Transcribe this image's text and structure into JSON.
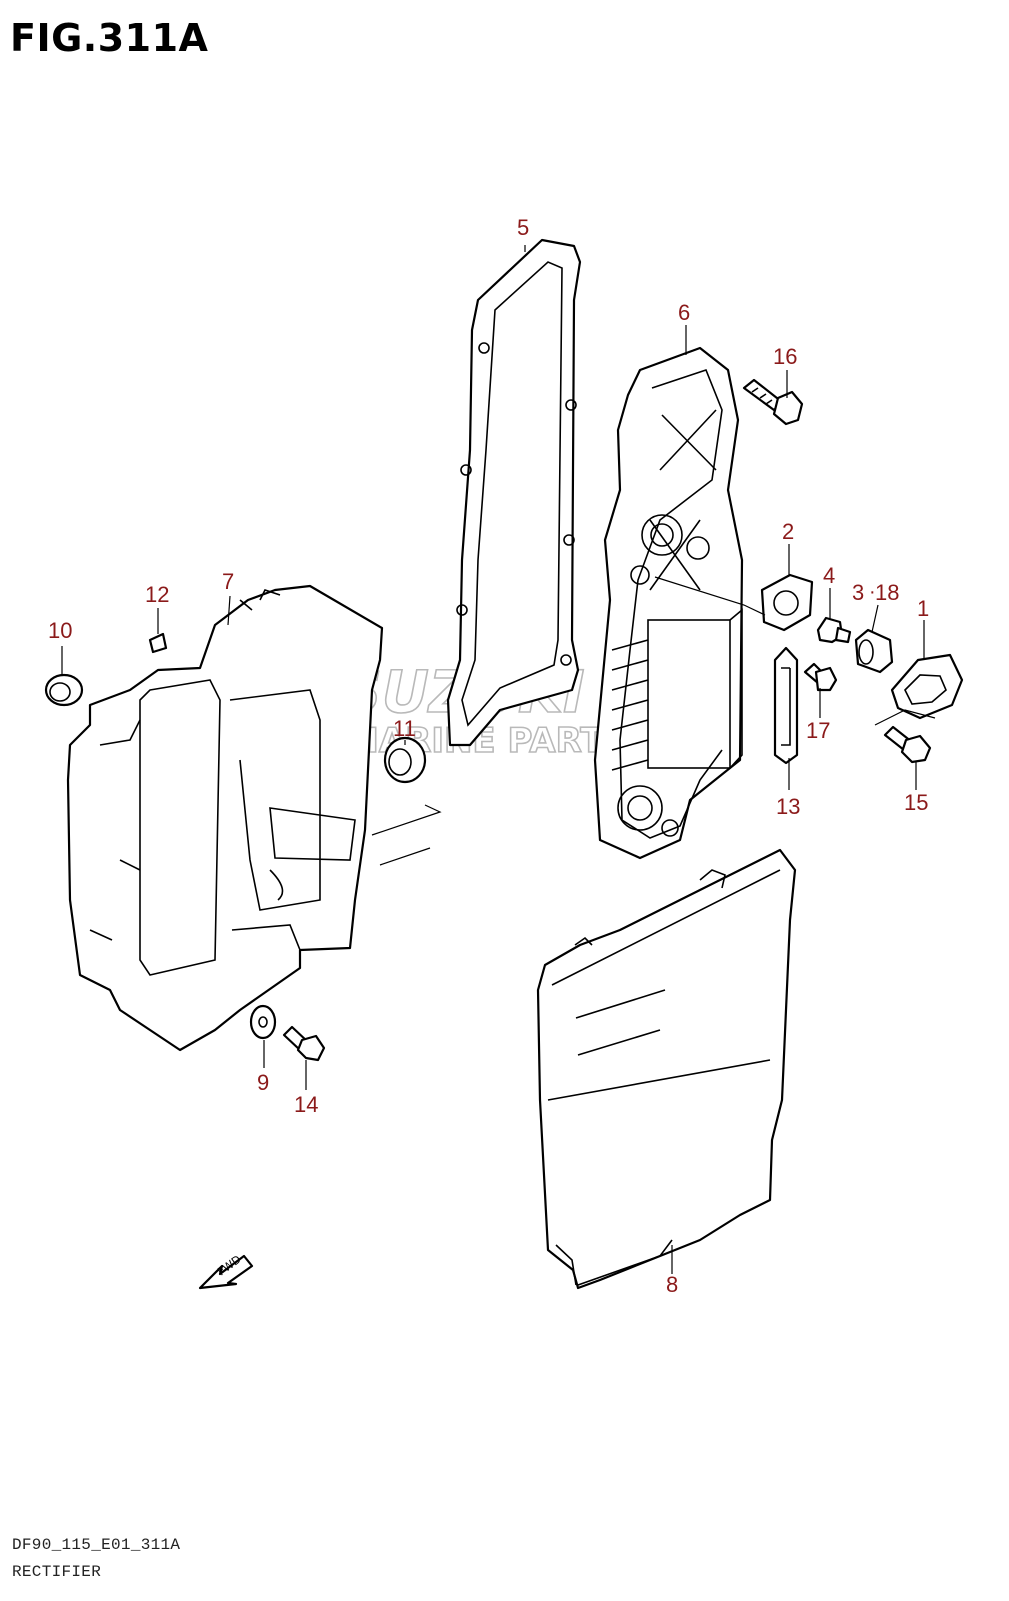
{
  "figure": {
    "title": "FIG.311A"
  },
  "footer": {
    "code": "DF90_115_E01_311A",
    "name": "RECTIFIER"
  },
  "watermark": {
    "brand": "SUZUKI",
    "subtitle": "MARINE PARTS"
  },
  "fwd_arrow": {
    "label": "FWD"
  },
  "callouts": {
    "c1": "1",
    "c2": "2",
    "c3": "3",
    "c18": "18",
    "c4": "4",
    "c5": "5",
    "c6": "6",
    "c7": "7",
    "c8": "8",
    "c9": "9",
    "c10": "10",
    "c11": "11",
    "c12": "12",
    "c13": "13",
    "c14": "14",
    "c15": "15",
    "c16": "16",
    "c17": "17"
  },
  "colors": {
    "callout": "#8b1a1a",
    "line": "#000000",
    "watermark": "#b9b9b9"
  }
}
